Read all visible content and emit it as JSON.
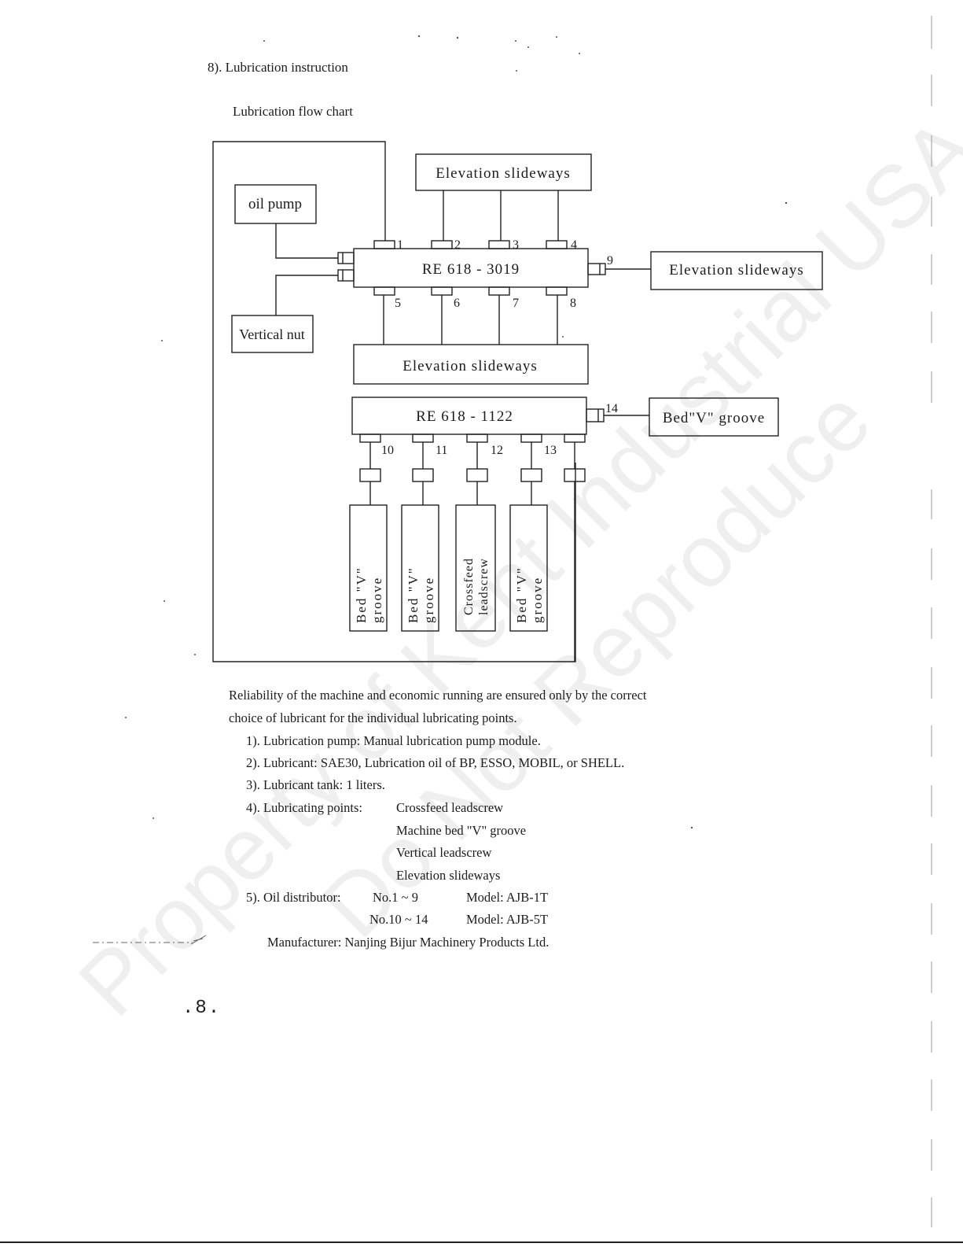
{
  "document": {
    "section_title": "8). Lubrication instruction",
    "chart_caption": "Lubrication flow chart",
    "diagram": {
      "oil_pump": "oil pump",
      "vertical_nut": "Vertical nut",
      "elevation_slideways": "Elevation slideways",
      "distributor_1": "RE 618 - 3019",
      "distributor_2": "RE 618 - 1122",
      "bed_v_groove": "Bed\"V\" groove",
      "port_numbers": [
        "1",
        "2",
        "3",
        "4",
        "5",
        "6",
        "7",
        "8",
        "9",
        "10",
        "11",
        "12",
        "13",
        "14"
      ],
      "vertical_boxes": [
        {
          "line1": "Bed \"V\"",
          "line2": "groove"
        },
        {
          "line1": "Bed \"V\"",
          "line2": "groove"
        },
        {
          "line1": "Crossfeed",
          "line2": "leadscrew"
        },
        {
          "line1": "Bed \"V\"",
          "line2": "groove"
        }
      ]
    },
    "paragraph_line1": "Reliability of the machine and economic running are ensured only by the correct",
    "paragraph_line2": "choice of lubricant for the individual lubricating points.",
    "items": {
      "pump": "1). Lubrication pump: Manual lubrication pump module.",
      "lubricant": "2). Lubricant: SAE30, Lubrication oil of BP, ESSO, MOBIL, or SHELL.",
      "tank": "3). Lubricant tank: 1 liters.",
      "points_label": "4). Lubricating points:",
      "points": [
        "Crossfeed leadscrew",
        "Machine bed \"V\" groove",
        "Vertical leadscrew",
        "Elevation slideways"
      ],
      "distributor_label": "5). Oil distributor:",
      "distributor_rows": [
        {
          "range": "No.1 ~ 9",
          "model": "Model: AJB-1T"
        },
        {
          "range": "No.10 ~ 14",
          "model": "Model: AJB-5T"
        }
      ],
      "manufacturer": "Manufacturer: Nanjing Bijur Machinery Products Ltd."
    },
    "page_number": ".8.",
    "watermark_line1": "Property of Kent Industrial USA",
    "watermark_line2": "Do Not Reproduce"
  }
}
